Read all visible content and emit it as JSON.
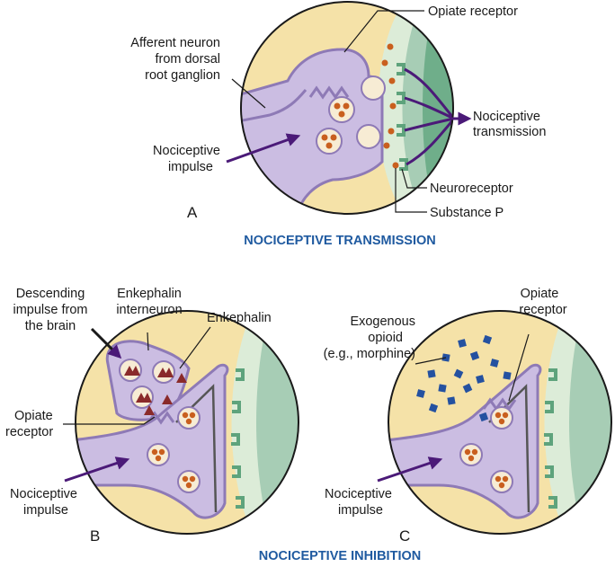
{
  "panel_a": {
    "letter": "A",
    "afferent_neuron": [
      "Afferent neuron",
      "from dorsal",
      "root ganglion"
    ],
    "opiate_receptor": "Opiate receptor",
    "nociceptive_impulse": [
      "Nociceptive",
      "impulse"
    ],
    "nociceptive_transmission": [
      "Nociceptive",
      "transmission"
    ],
    "neuroreceptor": "Neuroreceptor",
    "substance_p": "Substance P"
  },
  "heading_top": "NOCICEPTIVE TRANSMISSION",
  "panel_b": {
    "letter": "B",
    "descending_impulse": [
      "Descending",
      "impulse from",
      "the brain"
    ],
    "enkephalin_interneuron": [
      "Enkephalin",
      "interneuron"
    ],
    "enkephalin": "Enkephalin",
    "opiate_receptor": [
      "Opiate",
      "receptor"
    ],
    "nociceptive_impulse": [
      "Nociceptive",
      "impulse"
    ]
  },
  "panel_c": {
    "letter": "C",
    "exogenous_opioid": [
      "Exogenous",
      "opioid",
      "(e.g., morphine)"
    ],
    "opiate_receptor": [
      "Opiate",
      "receptor"
    ],
    "nociceptive_impulse": [
      "Nociceptive",
      "impulse"
    ]
  },
  "heading_bottom": "NOCICEPTIVE INHIBITION",
  "colors": {
    "background_tan": "#f5e2a8",
    "neuron_lavender": "#cbbde2",
    "neuron_outline": "#8e7ab6",
    "vesicle": "#f7ecd4",
    "substance_p": "#c95f1e",
    "receptor_green": "#5ea37c",
    "postsynaptic_green": "#bfdcc7",
    "arrow_purple": "#4b1a78",
    "enkephalin_red": "#8a2a2a",
    "morphine_blue": "#2451a0",
    "heading_blue": "#1f5aa0"
  }
}
